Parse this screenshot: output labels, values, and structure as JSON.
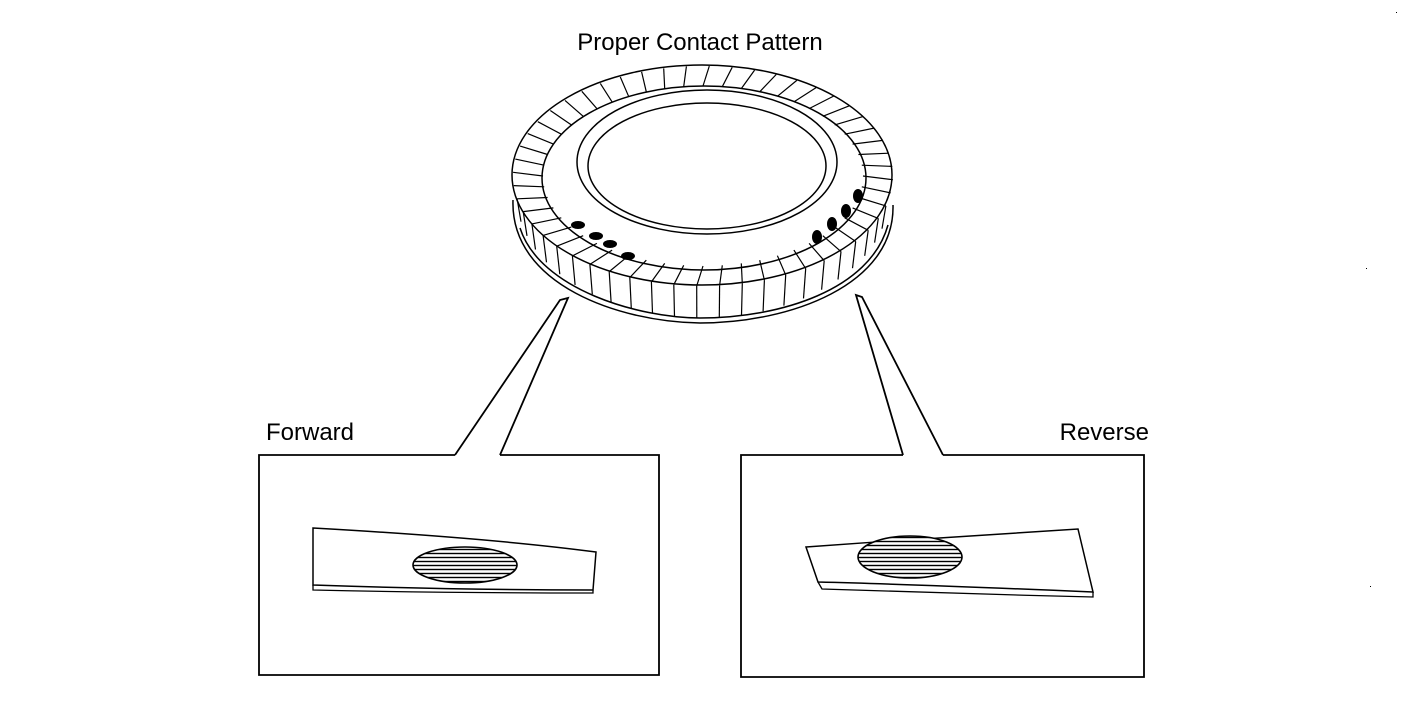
{
  "title": "Proper Contact Pattern",
  "panels": {
    "forward": {
      "label": "Forward"
    },
    "reverse": {
      "label": "Reverse"
    }
  },
  "colors": {
    "ink": "#000000",
    "background": "#ffffff",
    "tooth_fill": "#ffffff",
    "contact_mark": "#000000"
  }
}
